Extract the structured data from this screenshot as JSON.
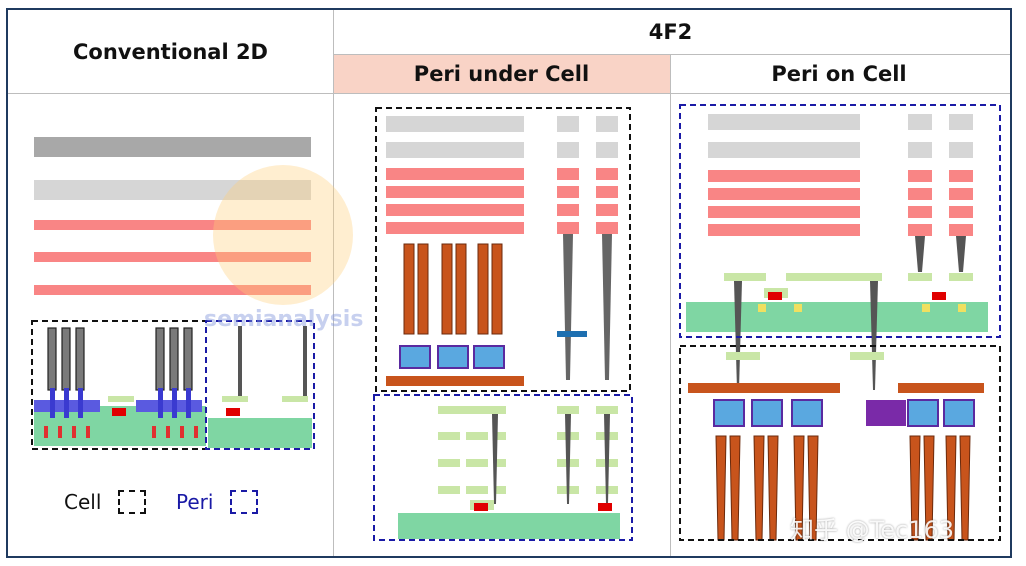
{
  "headers": {
    "conventional": "Conventional 2D",
    "group": "4F2",
    "peri_under_cell": "Peri under Cell",
    "peri_on_cell": "Peri on Cell"
  },
  "legend": {
    "cell_label": "Cell",
    "peri_label": "Peri",
    "cell_color": "#111111",
    "peri_color": "#1a1aa6"
  },
  "watermarks": {
    "logo_text": "semianalysis",
    "credit": "知乎 @Tec163"
  },
  "colors": {
    "gray_dark": "#a8a8a8",
    "gray_light": "#d6d6d6",
    "wire_red": "#f98585",
    "substrate_green": "#7fd6a3",
    "pad_green": "#c9e6a6",
    "orange_pillar": "#c8541c",
    "purple_block": "#7a2aa8",
    "accent_header": "#f9d3c6"
  }
}
